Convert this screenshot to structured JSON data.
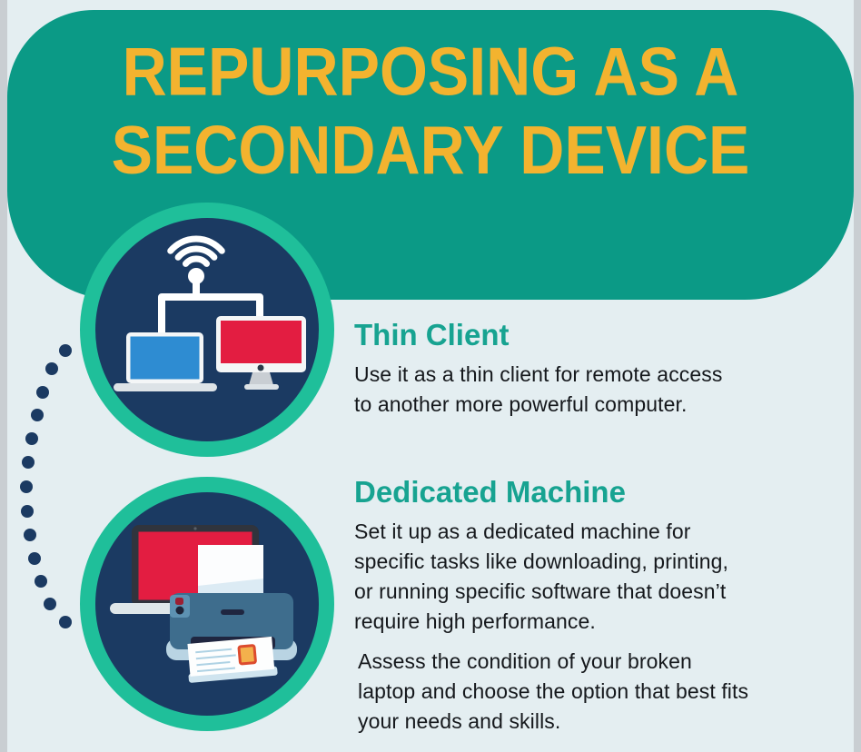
{
  "infographic": {
    "title_lines": [
      "REPURPOSING AS A",
      "SECONDARY DEVICE"
    ],
    "sections": [
      {
        "heading": "Thin Client",
        "icon": "thin-client-network-icon",
        "body_lines": [
          "Use it as a thin client for remote access",
          "to another more powerful computer."
        ]
      },
      {
        "heading": "Dedicated Machine",
        "icon": "laptop-printer-icon",
        "body_lines": [
          "Set it up as a dedicated machine for",
          "specific tasks like downloading, printing,",
          "or running specific software that doesn’t",
          "require high performance."
        ]
      }
    ],
    "closing_lines": [
      "Assess the condition of your broken",
      "laptop and choose the option that best fits",
      "your needs and skills."
    ],
    "colors": {
      "bg": "#e4eef1",
      "strip": "#c9ced2",
      "blob": "#0b9a86",
      "yellow": "#f3b32f",
      "ring": "#1fbf9a",
      "navy": "#1b3a62",
      "teal-heading": "#17a391",
      "body-text": "#15181c",
      "red": "#e31d41",
      "blue": "#2e8cd2",
      "printer": "#3e6d8d"
    }
  }
}
